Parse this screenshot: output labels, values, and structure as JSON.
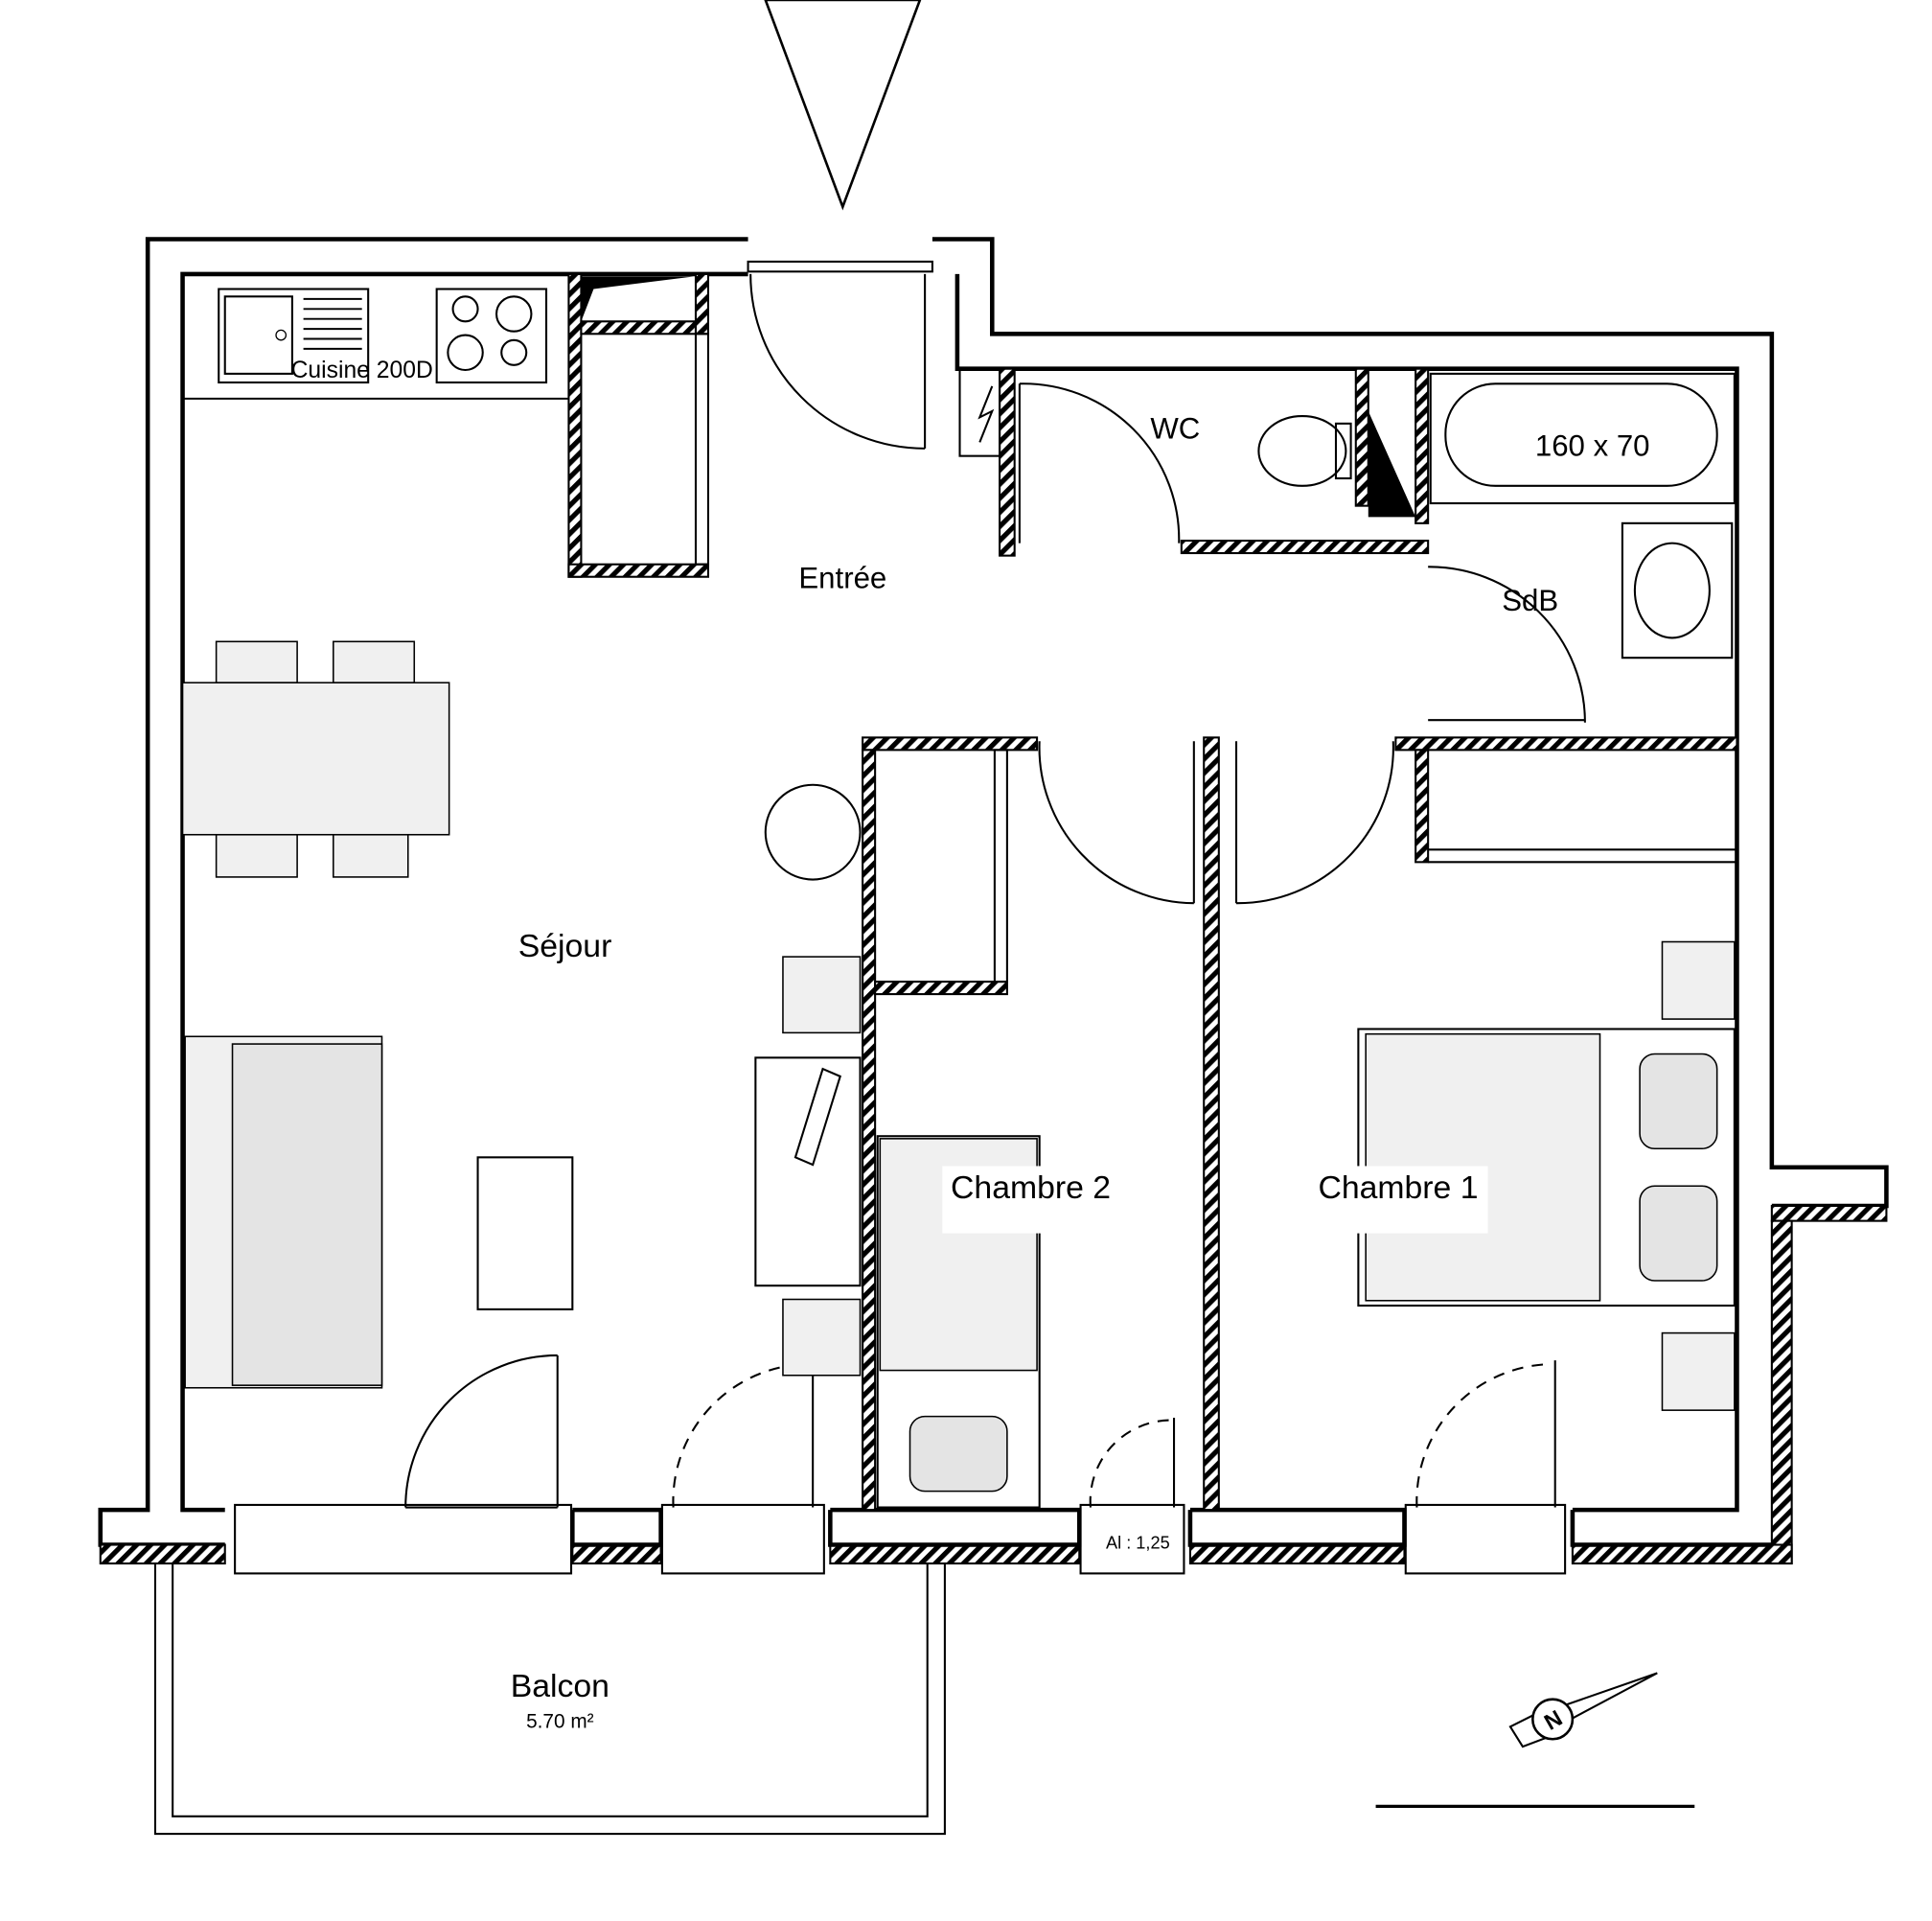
{
  "rooms": {
    "kitchen": "Cuisine 200D",
    "entry": "Entrée",
    "wc": "WC",
    "bathroom": "SdB",
    "bathtub": "160 x 70",
    "living": "Séjour",
    "bedroom2": "Chambre 2",
    "bedroom1": "Chambre 1",
    "balcony": "Balcon",
    "balcony_area": "5.70 m²"
  },
  "annotations": {
    "window_sill": "Al : 1,25",
    "compass_letter": "N"
  },
  "colors": {
    "line": "#000000",
    "furniture": "#f0f0f0",
    "furniture_dark": "#e4e4e4"
  }
}
